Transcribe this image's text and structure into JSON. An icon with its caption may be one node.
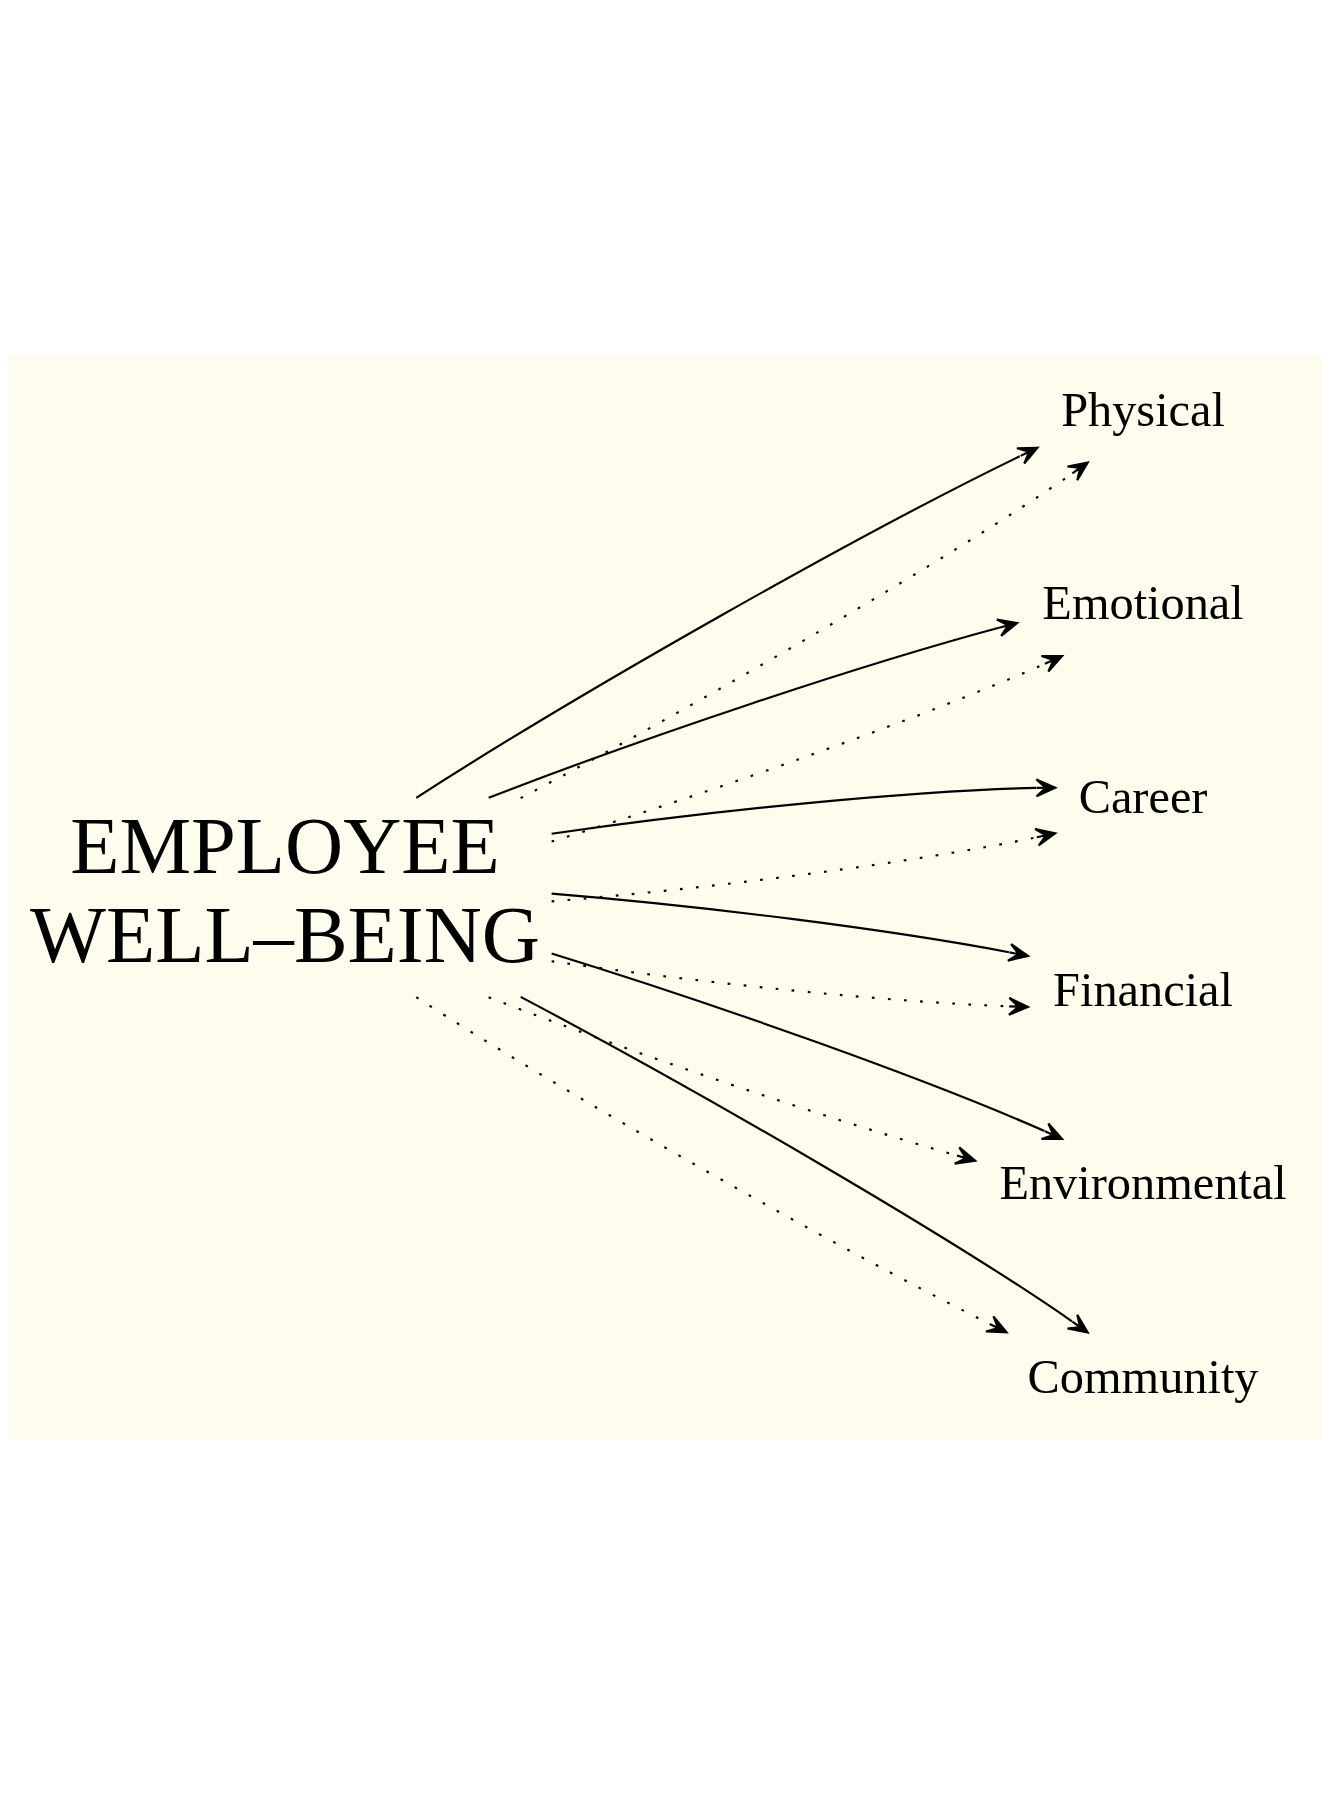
{
  "diagram": {
    "nodes": [
      {
        "text": [
          "Physical"
        ]
      },
      {
        "text": [
          "Emotional"
        ]
      },
      {
        "text": [
          "Career"
        ]
      },
      {
        "text": [
          "EMPLOYEE WELL–BEING"
        ]
      },
      {
        "text": [
          "Financial"
        ]
      },
      {
        "text": [
          "Environmental"
        ]
      },
      {
        "text": [
          "Community"
        ]
      }
    ],
    "edges": [
      {
        "from": 3,
        "to": 0,
        "arrow": "to",
        "style": "dashed"
      },
      {
        "from": 3,
        "to": 1,
        "arrow": "to",
        "style": "dashed"
      },
      {
        "from": 3,
        "to": 2,
        "arrow": "to",
        "style": "dashed"
      },
      {
        "from": 3,
        "to": 4,
        "arrow": "to",
        "style": "dashed"
      },
      {
        "from": 3,
        "to": 5,
        "arrow": "to",
        "style": "dashed"
      },
      {
        "from": 3,
        "to": 6,
        "arrow": "to",
        "style": "dashed"
      },
      {
        "from": 3,
        "to": 0,
        "arrow": "to"
      },
      {
        "from": 3,
        "to": 1,
        "arrow": "to"
      },
      {
        "from": 3,
        "to": 2,
        "arrow": "to"
      },
      {
        "from": 3,
        "to": 4,
        "arrow": "to"
      },
      {
        "from": 3,
        "to": 5,
        "arrow": "to"
      },
      {
        "from": 3,
        "to": 6,
        "arrow": "to"
      }
    ]
  }
}
